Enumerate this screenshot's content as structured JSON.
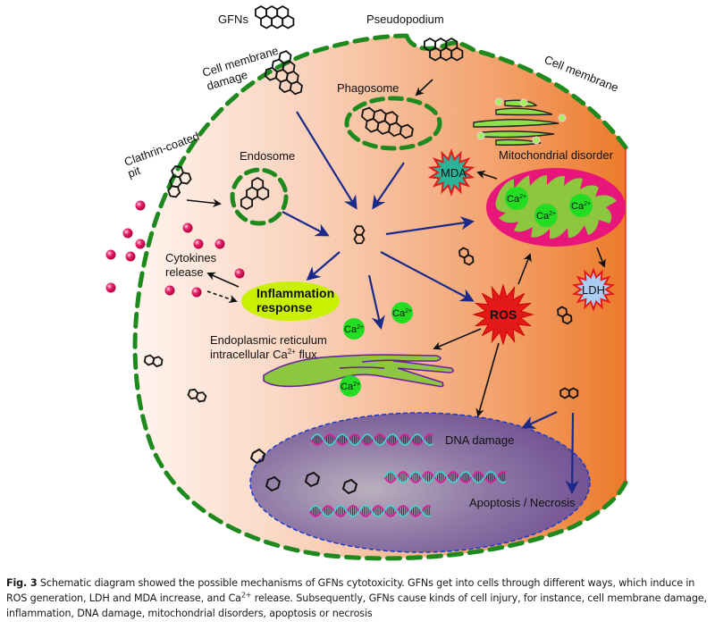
{
  "figure": {
    "labels": {
      "gfns": "GFNs",
      "pseudopodium": "Pseudopodium",
      "cell_membrane": "Cell membrane",
      "cell_membrane_damage_line1": "Cell membrane",
      "cell_membrane_damage_line2": "damage",
      "phagosome": "Phagosome",
      "clathrin_line1": "Clathrin-coated",
      "clathrin_line2": "pit",
      "endosome": "Endosome",
      "mitochondrial_disorder": "Mitochondrial disorder",
      "mda": "MDA",
      "ldh": "LDH",
      "ros": "ROS",
      "cytokines_line1": "Cytokines",
      "cytokines_line2": "release",
      "inflammation_line1": "Inflammation",
      "inflammation_line2": "response",
      "er_line1": "Endoplasmic reticulum",
      "er_line2_a": "intracellular Ca",
      "er_line2_sup": "2+",
      "er_line2_b": " flux",
      "dna_damage": "DNA damage",
      "apoptosis": "Apoptosis / Necrosis",
      "ca_base": "Ca",
      "ca_sup": "2+"
    },
    "colors": {
      "membrane_dash": "#1e8a1e",
      "cytoplasm_light": "#fbe3d3",
      "cytoplasm_dark": "#ec7f2f",
      "arrow_blue": "#1a2a8a",
      "arrow_black": "#111111",
      "ros_red": "#e41a1a",
      "mda_teal": "#2bb39a",
      "ldh_blue": "#a9cdf3",
      "mito_outer": "#e8157a",
      "mito_inner": "#8dc63f",
      "ca_green": "#22dd22",
      "inflammation_yellow": "#c8f000",
      "nucleus_purple": "#7a5a99",
      "cytokine_pink": "#e0105a",
      "er_green": "#8dc63f",
      "er_outline": "#6a1fa0"
    }
  },
  "caption": {
    "fig_label": "Fig. 3",
    "line1": " Schematic diagram showed the possible mechanisms of GFNs cytotoxicity. GFNs get into cells through different ways, which induce in",
    "line2_a": "ROS generation, LDH and MDA increase, and Ca",
    "line2_sup": "2+",
    "line2_b": " release. Subsequently, GFNs cause kinds of cell injury, for instance, cell membrane damage,",
    "line3": "inflammation, DNA damage, mitochondrial disorders, apoptosis or necrosis"
  }
}
